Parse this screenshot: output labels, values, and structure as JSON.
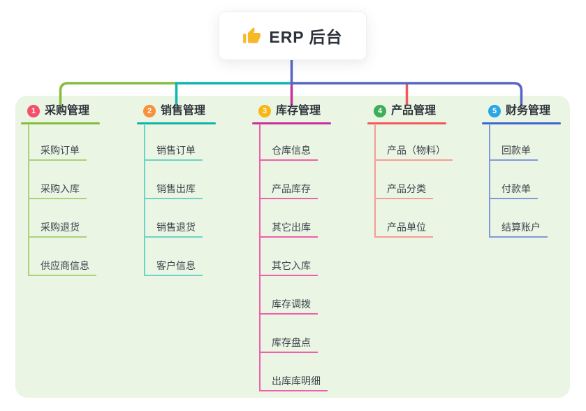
{
  "root": {
    "title": "ERP 后台",
    "icon": "thumbs-up-icon"
  },
  "colors": {
    "page_bg": "#ffffff",
    "panel_bg": "#eaf5e3",
    "root_connector": "#5565c6",
    "card_bg": "#ffffff",
    "thumb_yellow": "#f7b928",
    "title_text": "#2c313c",
    "child_text": "#3e444e"
  },
  "branches": [
    {
      "index": "1",
      "title": "采购管理",
      "badge_color": "#f4506b",
      "line_color": "#85bb3f",
      "line_light": "#abd279",
      "children": [
        "采购订单",
        "采购入库",
        "采购退货",
        "供应商信息"
      ]
    },
    {
      "index": "2",
      "title": "销售管理",
      "badge_color": "#f9913c",
      "line_color": "#10b5ab",
      "line_light": "#6cd3c6",
      "children": [
        "销售订单",
        "销售出库",
        "销售退货",
        "客户信息"
      ]
    },
    {
      "index": "3",
      "title": "库存管理",
      "badge_color": "#f8b715",
      "line_color": "#c7309d",
      "line_light": "#ee5fae",
      "children": [
        "仓库信息",
        "产品库存",
        "其它出库",
        "其它入库",
        "库存调拨",
        "库存盘点",
        "出库库明细"
      ]
    },
    {
      "index": "4",
      "title": "产品管理",
      "badge_color": "#3eae5b",
      "line_color": "#f2585a",
      "line_light": "#f79b96",
      "children": [
        "产品（物料）",
        "产品分类",
        "产品单位"
      ]
    },
    {
      "index": "5",
      "title": "财务管理",
      "badge_color": "#29a6e5",
      "line_color": "#3f66d0",
      "line_light": "#8099dc",
      "children": [
        "回款单",
        "付款单",
        "结算账户"
      ]
    }
  ]
}
